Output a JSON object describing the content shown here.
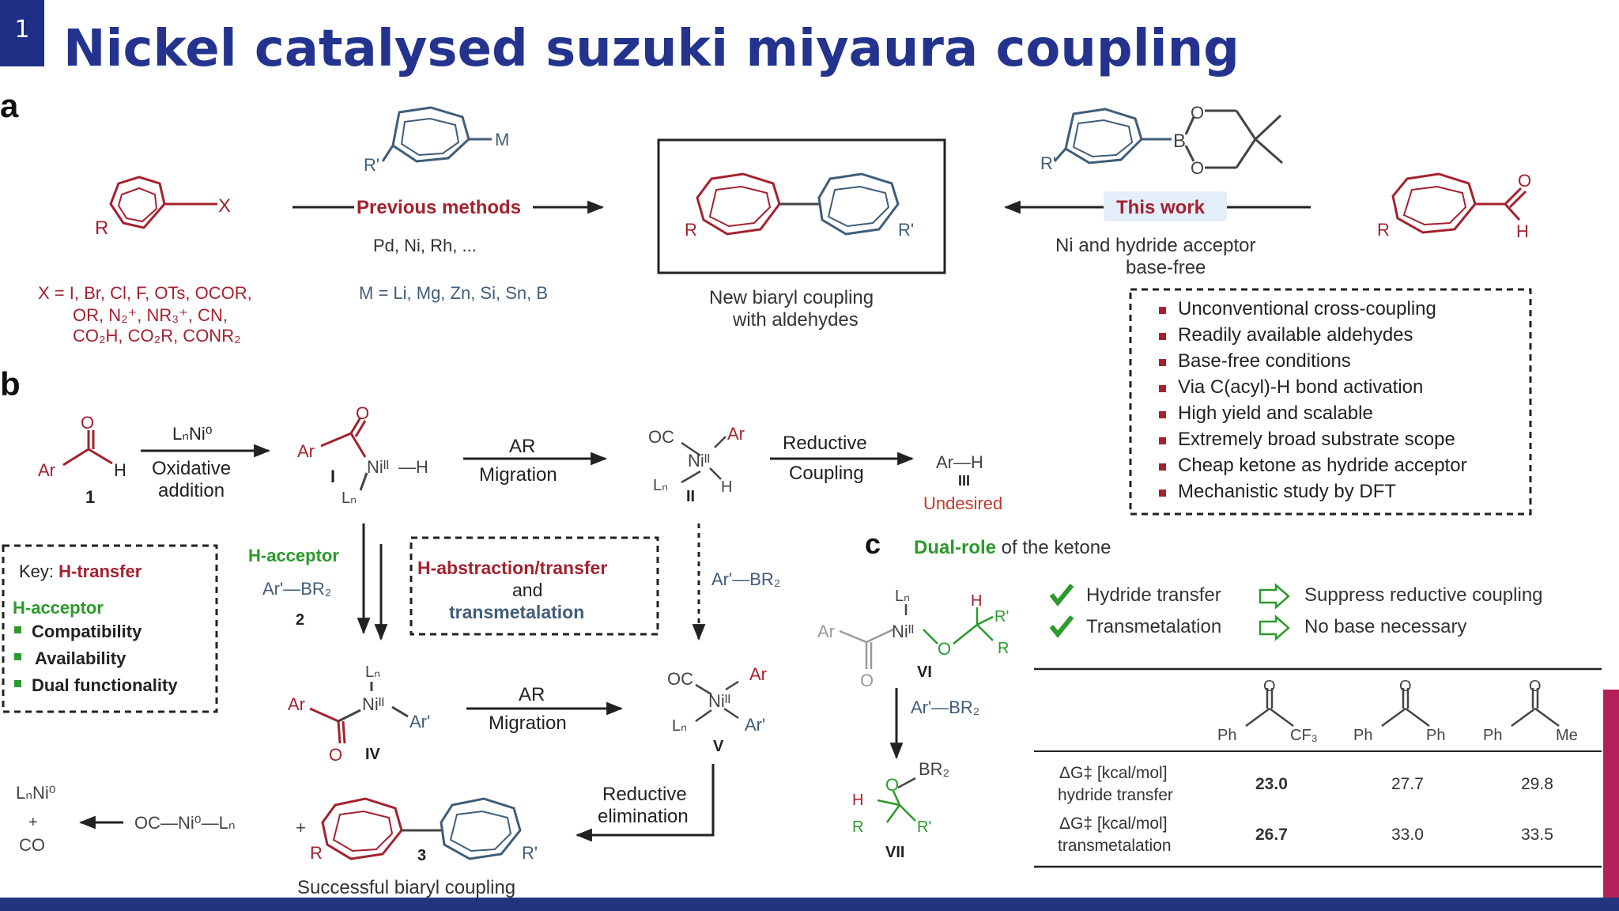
{
  "slide": {
    "number": "1",
    "title": "Nickel catalysed suzuki miyaura coupling"
  },
  "panel_a": {
    "label": "a",
    "aryl_x": {
      "r": "R",
      "x": "X"
    },
    "x_list": [
      "X = I, Br, Cl, F, OTs, OCOR,",
      "OR, N₂⁺, NR₃⁺, CN,",
      "CO₂H, CO₂R, CONR₂"
    ],
    "aryl_m": {
      "r": "R'",
      "m": "M"
    },
    "previous_methods": "Previous methods",
    "catalysts": "Pd, Ni, Rh, ...",
    "m_list": "M = Li, Mg, Zn, Si, Sn, B",
    "product": {
      "r1": "R",
      "r2": "R'",
      "caption": [
        "New biaryl coupling",
        "with aldehydes"
      ]
    },
    "boronate": {
      "r": "R'",
      "b": "B",
      "o1": "O",
      "o2": "O"
    },
    "this_work": "This work",
    "conditions": [
      "Ni and hydride acceptor",
      "base-free"
    ],
    "aldehyde": {
      "r": "R",
      "o": "O",
      "h": "H"
    },
    "features": [
      "Unconventional cross-coupling",
      "Readily available aldehydes",
      "Base-free conditions",
      "Via C(acyl)-H bond activation",
      "High yield and scalable",
      "Extremely broad substrate scope",
      "Cheap ketone as hydride acceptor",
      "Mechanistic study by DFT"
    ]
  },
  "panel_b": {
    "label": "b",
    "cmpd1": {
      "ar": "Ar",
      "o": "O",
      "h": "H",
      "num": "1"
    },
    "step1": {
      "reagent": "LₙNi⁰",
      "name": [
        "Oxidative",
        "addition"
      ]
    },
    "int_I": {
      "ar": "Ar",
      "o": "O",
      "ni": "Niᴵᴵ",
      "h": "—H",
      "l": "Lₙ",
      "num": "I"
    },
    "step2": [
      "AR",
      "Migration"
    ],
    "int_II": {
      "oc": "OC",
      "ni": "Niᴵᴵ",
      "ar": "Ar",
      "l": "Lₙ",
      "h": "H",
      "num": "II"
    },
    "step3": [
      "Reductive",
      "Coupling"
    ],
    "cmpd_III": {
      "formula": "Ar—H",
      "num": "III",
      "note": "Undesired"
    },
    "key": {
      "title_prefix": "Key: ",
      "title_em": "H-transfer",
      "acceptor": "H-acceptor",
      "items": [
        "Compatibility",
        "Availability",
        "Dual functionality"
      ]
    },
    "h_acceptor": {
      "label": "H-acceptor",
      "reagent": "Ar'—BR₂",
      "num": "2"
    },
    "abstraction": {
      "line1": "H-abstraction/transfer",
      "line2": "and",
      "line3": "transmetalation"
    },
    "right_reagent": "Ar'—BR₂",
    "int_IV": {
      "ar": "Ar",
      "ni": "Niᴵᴵ",
      "l": "Lₙ",
      "ar2": "Ar'",
      "o": "O",
      "num": "IV"
    },
    "step4": [
      "AR",
      "Migration"
    ],
    "int_V": {
      "oc": "OC",
      "ni": "Niᴵᴵ",
      "ar": "Ar",
      "l": "Lₙ",
      "ar2": "Ar'",
      "num": "V"
    },
    "step5": [
      "Reductive",
      "elimination"
    ],
    "regen": {
      "lni": "LₙNi⁰",
      "plus": "+",
      "co": "CO",
      "complex": "OC—Ni⁰—Lₙ",
      "plus2": "+"
    },
    "product3": {
      "r1": "R",
      "r2": "R'",
      "num": "3",
      "caption": "Successful biaryl coupling"
    }
  },
  "panel_c": {
    "label": "c",
    "heading_em": "Dual-role",
    "heading_rest": " of the ketone",
    "int_VI": {
      "ar": "Ar",
      "l": "Lₙ",
      "ni": "Niᴵᴵ",
      "o": "O",
      "h": "H",
      "r1": "R'",
      "r2": "R",
      "oxo": "O",
      "num": "VI"
    },
    "reagent": "Ar'—BR₂",
    "int_VII": {
      "br": "BR₂",
      "o": "O",
      "h": "H",
      "r1": "R",
      "r2": "R'",
      "num": "VII"
    },
    "roles": [
      {
        "left": "Hydride transfer",
        "right": "Suppress reductive coupling"
      },
      {
        "left": "Transmetalation",
        "right": "No base necessary"
      }
    ],
    "ketones": [
      {
        "l": "Ph",
        "r": "CF₃",
        "o": "O"
      },
      {
        "l": "Ph",
        "r": "Ph",
        "o": "O"
      },
      {
        "l": "Ph",
        "r": "Me",
        "o": "O"
      }
    ],
    "rows": [
      {
        "label1": "ΔG‡ [kcal/mol]",
        "label2": "hydride transfer",
        "values": [
          "23.0",
          "27.7",
          "29.8"
        ]
      },
      {
        "label1": "ΔG‡ [kcal/mol]",
        "label2": "transmetalation",
        "values": [
          "26.7",
          "33.0",
          "33.5"
        ]
      }
    ]
  },
  "colors": {
    "title": "#23338e",
    "red": "#a3222f",
    "blue": "#3f5d7a",
    "green": "#2a9a2a",
    "accent_bar": "#24337f",
    "pink": "#b5205a"
  }
}
